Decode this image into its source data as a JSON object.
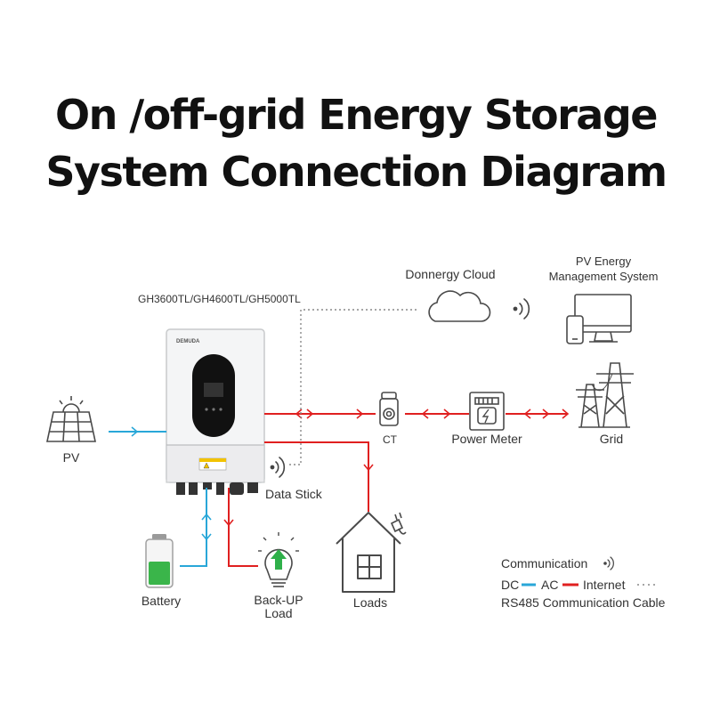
{
  "title": {
    "line1": "On /off-grid Energy Storage",
    "line2": "System Connection Diagram"
  },
  "inverter": {
    "models": "GH3600TL/GH4600TL/GH5000TL",
    "brand": "DEMUDA"
  },
  "nodes": {
    "pv": "PV",
    "battery": "Battery",
    "backup_load_line1": "Back-UP",
    "backup_load_line2": "Load",
    "loads": "Loads",
    "data_stick": "Data Stick",
    "ct": "CT",
    "power_meter": "Power Meter",
    "grid": "Grid",
    "cloud": "Donnergy Cloud",
    "ems_line1": "PV Energy",
    "ems_line2": "Management System"
  },
  "legend": {
    "communication": "Communication",
    "dc": "DC",
    "ac": "AC",
    "internet": "Internet",
    "rs485": "RS485 Communication Cable"
  },
  "colors": {
    "dc": "#29a7d8",
    "ac": "#e02020",
    "battery_fill": "#3ab54a",
    "bulb_arrow": "#2fb04a",
    "screen": "#111111"
  }
}
